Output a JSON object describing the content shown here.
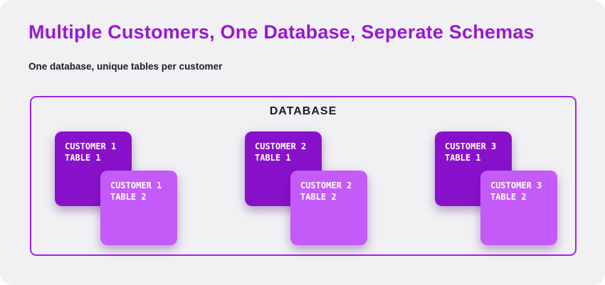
{
  "page": {
    "title": "Multiple Customers, One Database, Seperate Schemas",
    "subtitle": "One database, unique tables per customer"
  },
  "database": {
    "label": "DATABASE"
  },
  "groups": [
    {
      "cards": [
        {
          "line1": "CUSTOMER 1",
          "line2": "TABLE 1",
          "variant": "dark"
        },
        {
          "line1": "CUSTOMER 1",
          "line2": "TABLE 2",
          "variant": "light"
        }
      ]
    },
    {
      "cards": [
        {
          "line1": "CUSTOMER 2",
          "line2": "TABLE 1",
          "variant": "dark"
        },
        {
          "line1": "CUSTOMER 2",
          "line2": "TABLE 2",
          "variant": "light"
        }
      ]
    },
    {
      "cards": [
        {
          "line1": "CUSTOMER 3",
          "line2": "TABLE 1",
          "variant": "dark"
        },
        {
          "line1": "CUSTOMER 3",
          "line2": "TABLE 2",
          "variant": "light"
        }
      ]
    }
  ],
  "colors": {
    "title": "#9719CE",
    "text_dark": "#1B1D22",
    "panel_bg": "#F1F1F4",
    "box_border": "#A520EF",
    "card_dark": "#8A11CA",
    "card_light": "#C45AF8"
  }
}
